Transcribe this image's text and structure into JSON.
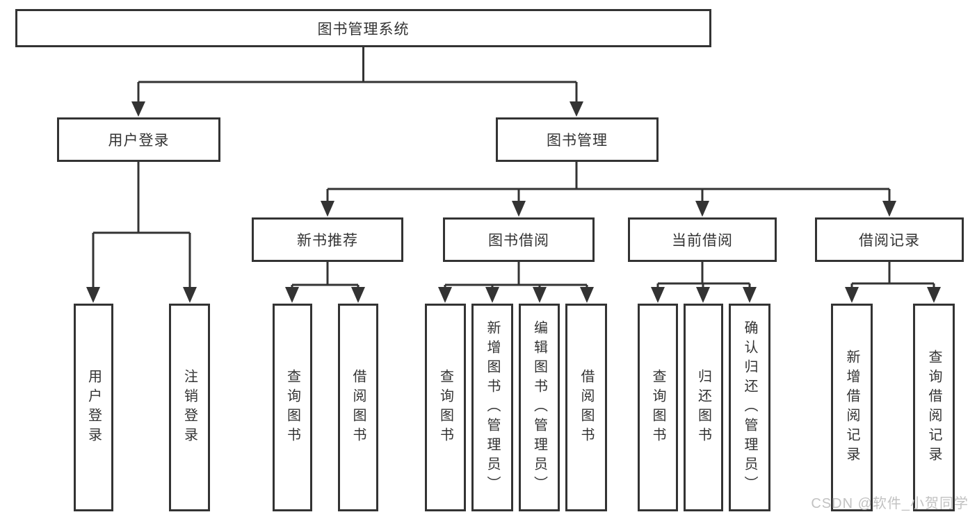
{
  "tree": {
    "root": {
      "label": "图书管理系统",
      "children": [
        {
          "label": "用户登录",
          "children": [
            {
              "label": "用户登录"
            },
            {
              "label": "注销登录"
            }
          ]
        },
        {
          "label": "图书管理",
          "children": [
            {
              "label": "新书推荐",
              "children": [
                {
                  "label": "查询图书"
                },
                {
                  "label": "借阅图书"
                }
              ]
            },
            {
              "label": "图书借阅",
              "children": [
                {
                  "label": "查询图书"
                },
                {
                  "label": "新增图书（管理员）"
                },
                {
                  "label": "编辑图书（管理员）"
                },
                {
                  "label": "借阅图书"
                }
              ]
            },
            {
              "label": "当前借阅",
              "children": [
                {
                  "label": "查询图书"
                },
                {
                  "label": "归还图书"
                },
                {
                  "label": "确认归还（管理员）"
                }
              ]
            },
            {
              "label": "借阅记录",
              "children": [
                {
                  "label": "新增借阅记录"
                },
                {
                  "label": "查询借阅记录"
                }
              ]
            }
          ]
        }
      ]
    }
  },
  "watermark": {
    "label": "CSDN @软件_小贺同学"
  },
  "colors": {
    "line": "#333333",
    "text": "#333333",
    "background": "#ffffff",
    "watermark": "#c2c2c2"
  }
}
